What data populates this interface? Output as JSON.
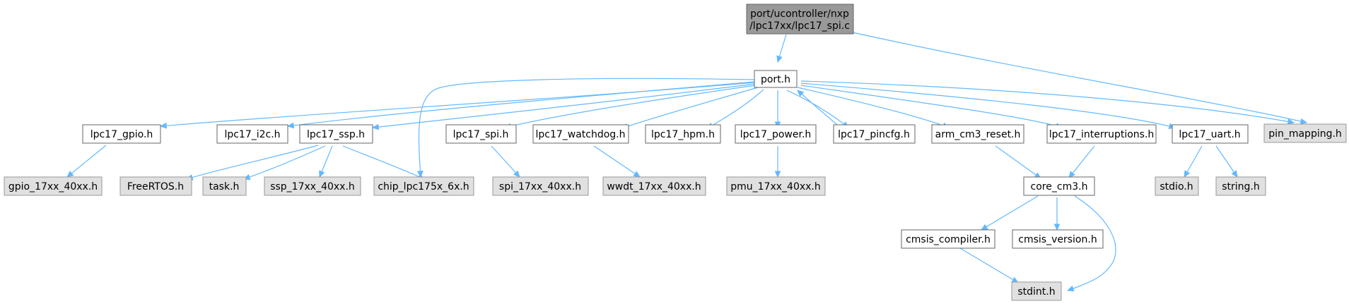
{
  "diagram": {
    "nodes": {
      "root_line1": "port/ucontroller/nxp",
      "root_line2": "/lpc17xx/lpc17_spi.c",
      "port_h": "port.h",
      "lpc17_gpio_h": "lpc17_gpio.h",
      "lpc17_i2c_h": "lpc17_i2c.h",
      "lpc17_ssp_h": "lpc17_ssp.h",
      "lpc17_spi_h": "lpc17_spi.h",
      "lpc17_watchdog_h": "lpc17_watchdog.h",
      "lpc17_hpm_h": "lpc17_hpm.h",
      "lpc17_power_h": "lpc17_power.h",
      "lpc17_pincfg_h": "lpc17_pincfg.h",
      "arm_cm3_reset_h": "arm_cm3_reset.h",
      "lpc17_interruptions_h": "lpc17_interruptions.h",
      "lpc17_uart_h": "lpc17_uart.h",
      "pin_mapping_h": "pin_mapping.h",
      "gpio_17xx_40xx_h": "gpio_17xx_40xx.h",
      "freertos_h": "FreeRTOS.h",
      "task_h": "task.h",
      "ssp_17xx_40xx_h": "ssp_17xx_40xx.h",
      "chip_lpc175x_6x_h": "chip_lpc175x_6x.h",
      "spi_17xx_40xx_h": "spi_17xx_40xx.h",
      "wwdt_17xx_40xx_h": "wwdt_17xx_40xx.h",
      "pmu_17xx_40xx_h": "pmu_17xx_40xx.h",
      "core_cm3_h": "core_cm3.h",
      "stdio_h": "stdio.h",
      "string_h": "string.h",
      "cmsis_compiler_h": "cmsis_compiler.h",
      "cmsis_version_h": "cmsis_version.h",
      "stdint_h": "stdint.h"
    },
    "colors": {
      "edge": "#63b8ff",
      "root_fill": "#999999",
      "header_fill": "#ffffff",
      "external_fill": "#e0e0e0"
    }
  }
}
